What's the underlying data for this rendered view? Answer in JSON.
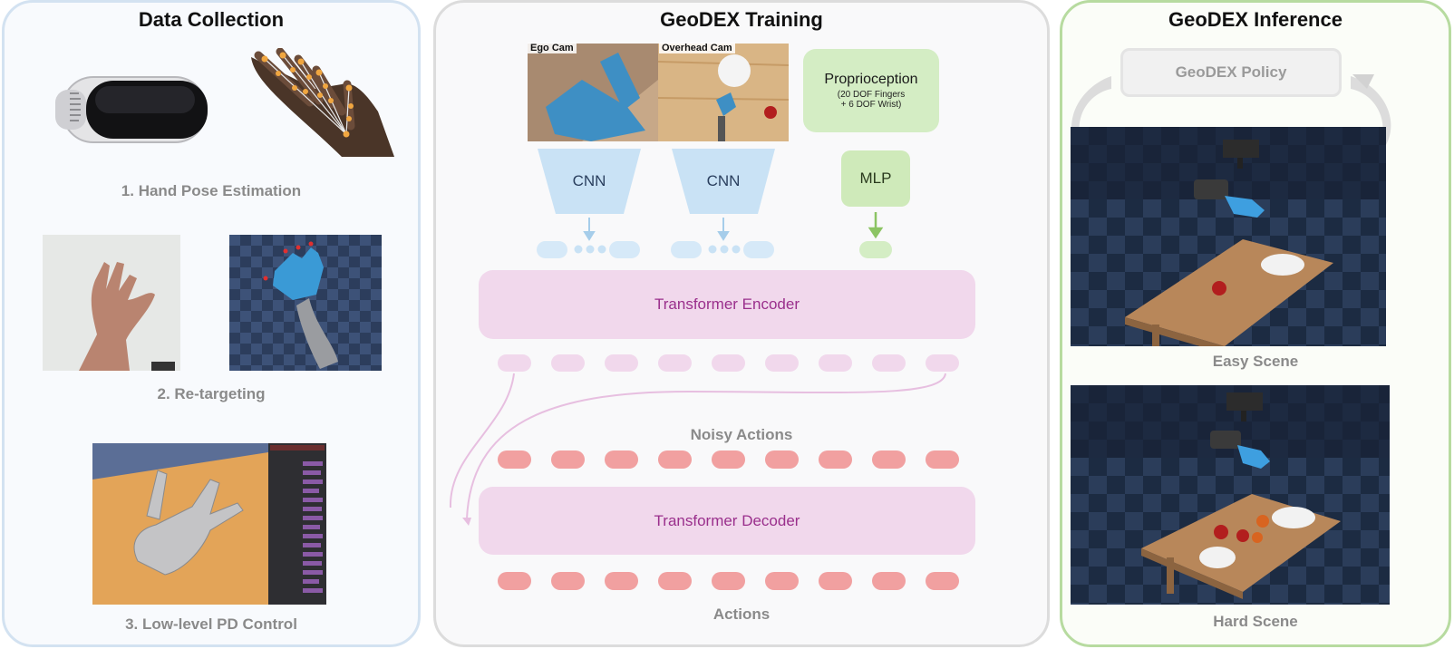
{
  "data_collection": {
    "title": "Data Collection",
    "steps": [
      "1. Hand Pose Estimation",
      "2. Re-targeting",
      "3. Low-level PD Control"
    ]
  },
  "training": {
    "title": "GeoDEX Training",
    "cam_labels": [
      "Ego Cam",
      "Overhead Cam"
    ],
    "cnn_label": "CNN",
    "proprio_title": "Proprioception",
    "proprio_line1": "(20 DOF Fingers",
    "proprio_line2": "+ 6 DOF Wrist)",
    "mlp_label": "MLP",
    "encoder_label": "Transformer Encoder",
    "decoder_label": "Transformer Decoder",
    "noisy_actions": "Noisy Actions",
    "actions": "Actions"
  },
  "inference": {
    "title": "GeoDEX Inference",
    "policy_label": "GeoDEX Policy",
    "easy_scene": "Easy Scene",
    "hard_scene": "Hard Scene"
  },
  "colors": {
    "blue_token": "#d6e9f8",
    "green_token": "#d4edc4",
    "pink_block": "#f1d8ec",
    "red_token": "#f1a0a0",
    "cnn_blue": "#c9e2f5",
    "mlp_green": "#cfeaba",
    "transformer_text": "#9a2f8c"
  }
}
